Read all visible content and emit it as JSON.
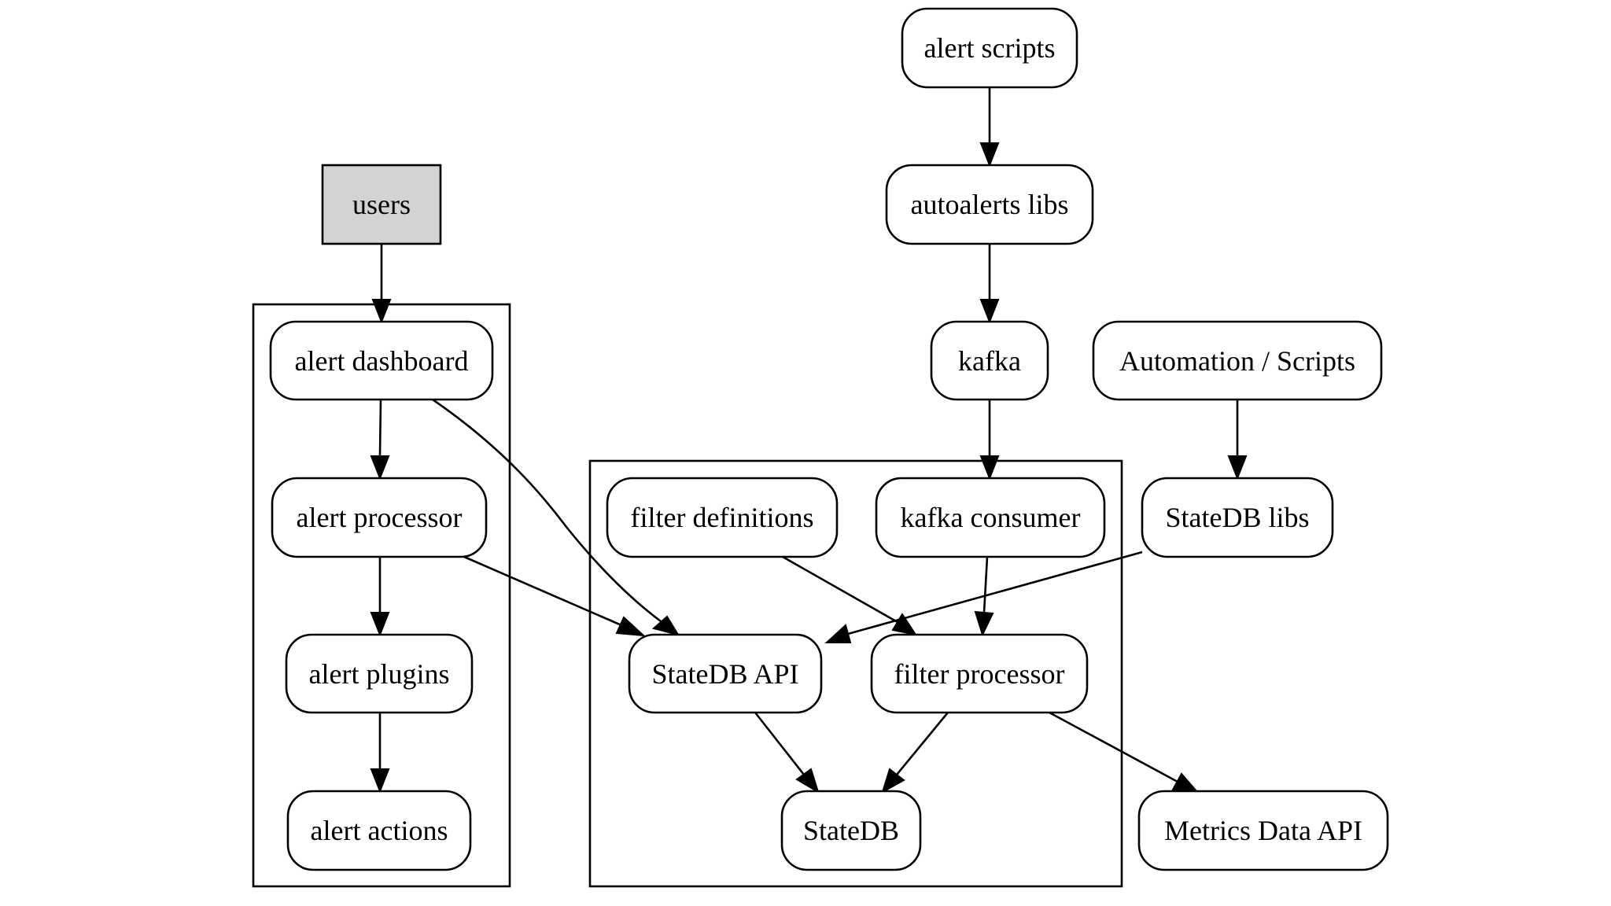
{
  "nodes": {
    "alert_scripts": {
      "label": "alert scripts"
    },
    "autoalerts_libs": {
      "label": "autoalerts libs"
    },
    "users": {
      "label": "users"
    },
    "kafka": {
      "label": "kafka"
    },
    "automation_scripts": {
      "label": "Automation / Scripts"
    },
    "alert_dashboard": {
      "label": "alert dashboard"
    },
    "alert_processor": {
      "label": "alert processor"
    },
    "alert_plugins": {
      "label": "alert plugins"
    },
    "alert_actions": {
      "label": "alert actions"
    },
    "filter_definitions": {
      "label": "filter definitions"
    },
    "kafka_consumer": {
      "label": "kafka consumer"
    },
    "statedb_libs": {
      "label": "StateDB libs"
    },
    "statedb_api": {
      "label": "StateDB API"
    },
    "filter_processor": {
      "label": "filter processor"
    },
    "statedb": {
      "label": "StateDB"
    },
    "metrics_data_api": {
      "label": "Metrics Data API"
    }
  },
  "edges": [
    [
      "alert_scripts",
      "autoalerts_libs"
    ],
    [
      "autoalerts_libs",
      "kafka"
    ],
    [
      "kafka",
      "kafka_consumer"
    ],
    [
      "users",
      "alert_dashboard"
    ],
    [
      "alert_dashboard",
      "alert_processor"
    ],
    [
      "alert_dashboard",
      "statedb_api"
    ],
    [
      "alert_processor",
      "alert_plugins"
    ],
    [
      "alert_processor",
      "statedb_api"
    ],
    [
      "alert_plugins",
      "alert_actions"
    ],
    [
      "automation_scripts",
      "statedb_libs"
    ],
    [
      "statedb_libs",
      "statedb_api"
    ],
    [
      "filter_definitions",
      "filter_processor"
    ],
    [
      "kafka_consumer",
      "filter_processor"
    ],
    [
      "statedb_api",
      "statedb"
    ],
    [
      "filter_processor",
      "statedb"
    ],
    [
      "filter_processor",
      "metrics_data_api"
    ]
  ],
  "colors": {
    "node_fill": "#ffffff",
    "users_fill": "#d3d3d3",
    "stroke": "#000000"
  }
}
